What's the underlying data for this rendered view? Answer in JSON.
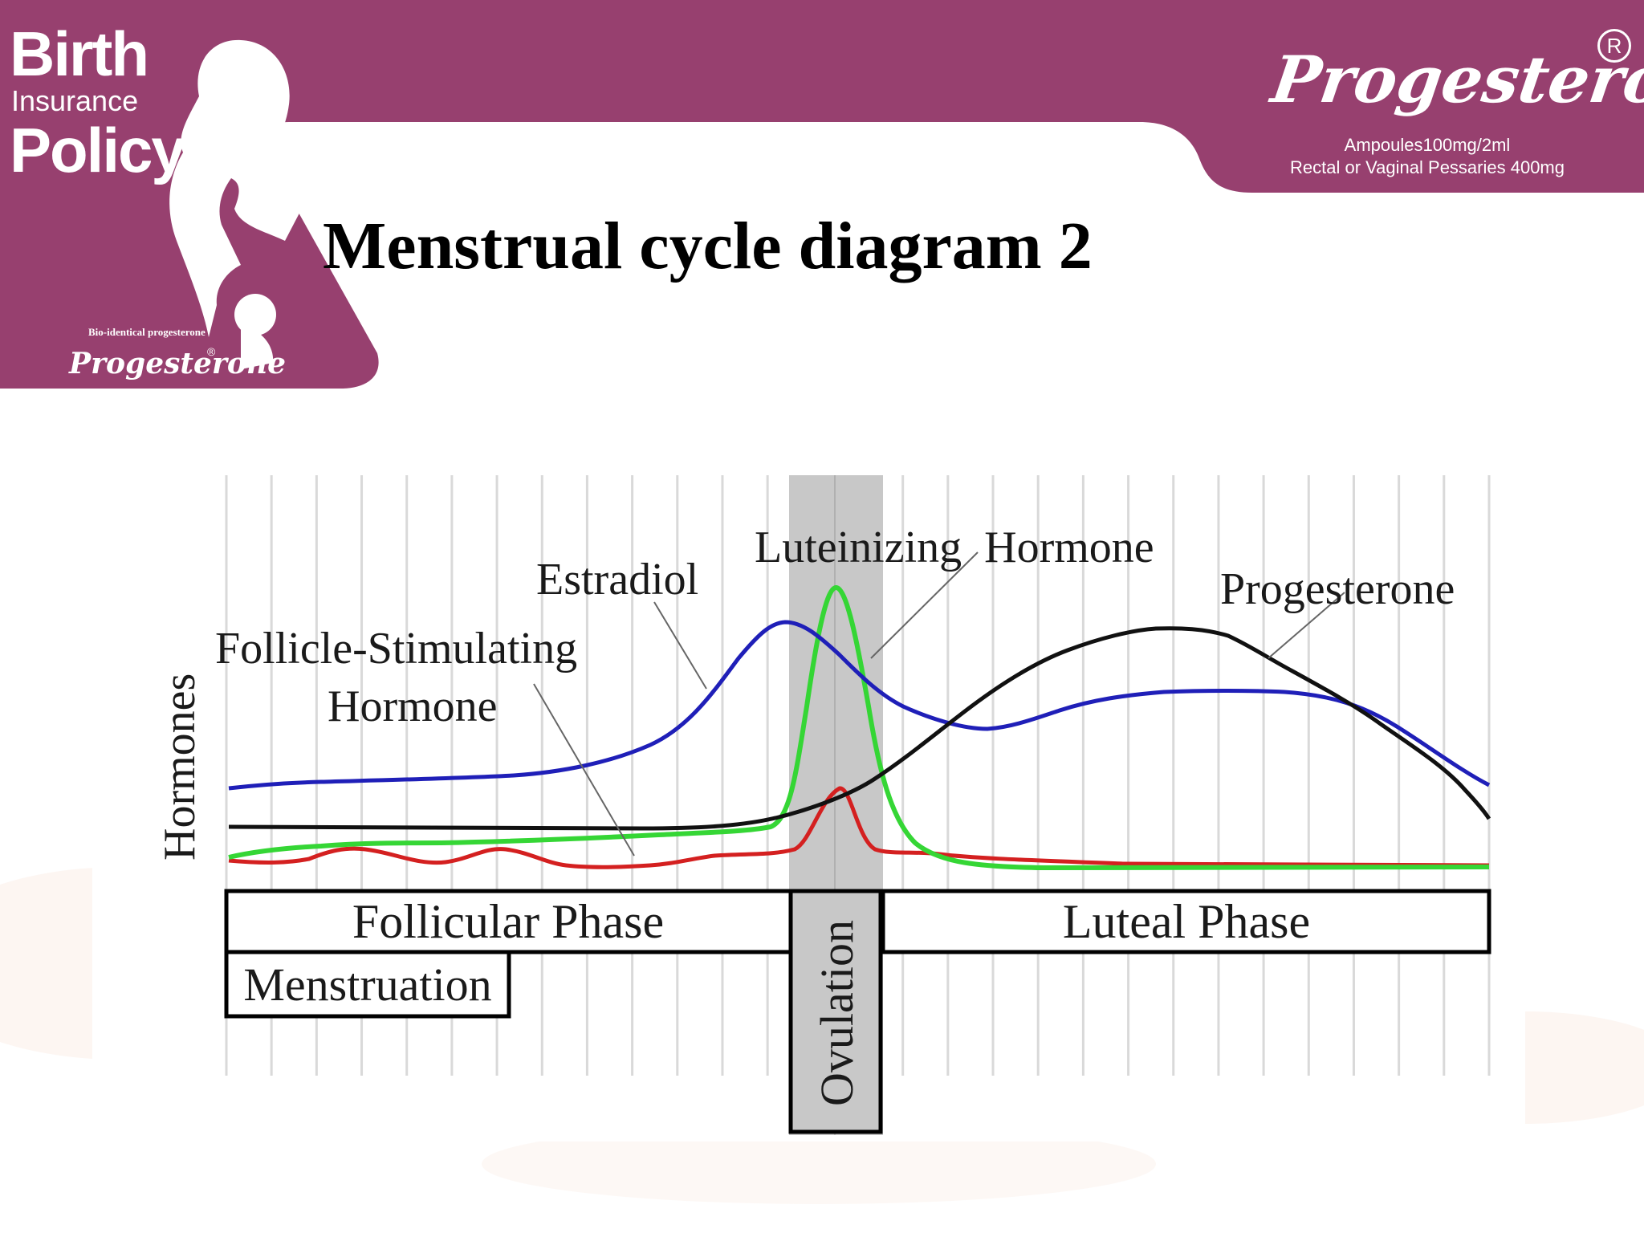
{
  "slide": {
    "title": "Menstrual cycle diagram 2",
    "theme_color": "#97406F"
  },
  "branding": {
    "brand_word1": "Birth",
    "brand_word2": "Insurance",
    "brand_word3": "Policy",
    "logo_tagline": "Bio-identical progesterone",
    "logo_product": "Progesterone",
    "logo_reg_mark": "®",
    "product_name": "Progesterone",
    "product_reg_mark": "R",
    "product_line1": "Ampoules100mg/2ml",
    "product_line2": "Rectal or Vaginal Pessaries 400mg"
  },
  "diagram": {
    "y_axis_label": "Hormones",
    "hormones": {
      "estradiol": {
        "label": "Estradiol",
        "color": "#1f1fb8"
      },
      "lh": {
        "label": "Luteinizing  Hormone",
        "color": "#35d635"
      },
      "progesterone": {
        "label": "Progesterone",
        "color": "#111111"
      },
      "fsh": {
        "label_line1": "Follicle-Stimulating",
        "label_line2": "Hormone",
        "color": "#d42020"
      }
    },
    "phases": {
      "follicular": "Follicular Phase",
      "luteal": "Luteal Phase",
      "ovulation": "Ovulation",
      "menstruation": "Menstruation"
    }
  }
}
